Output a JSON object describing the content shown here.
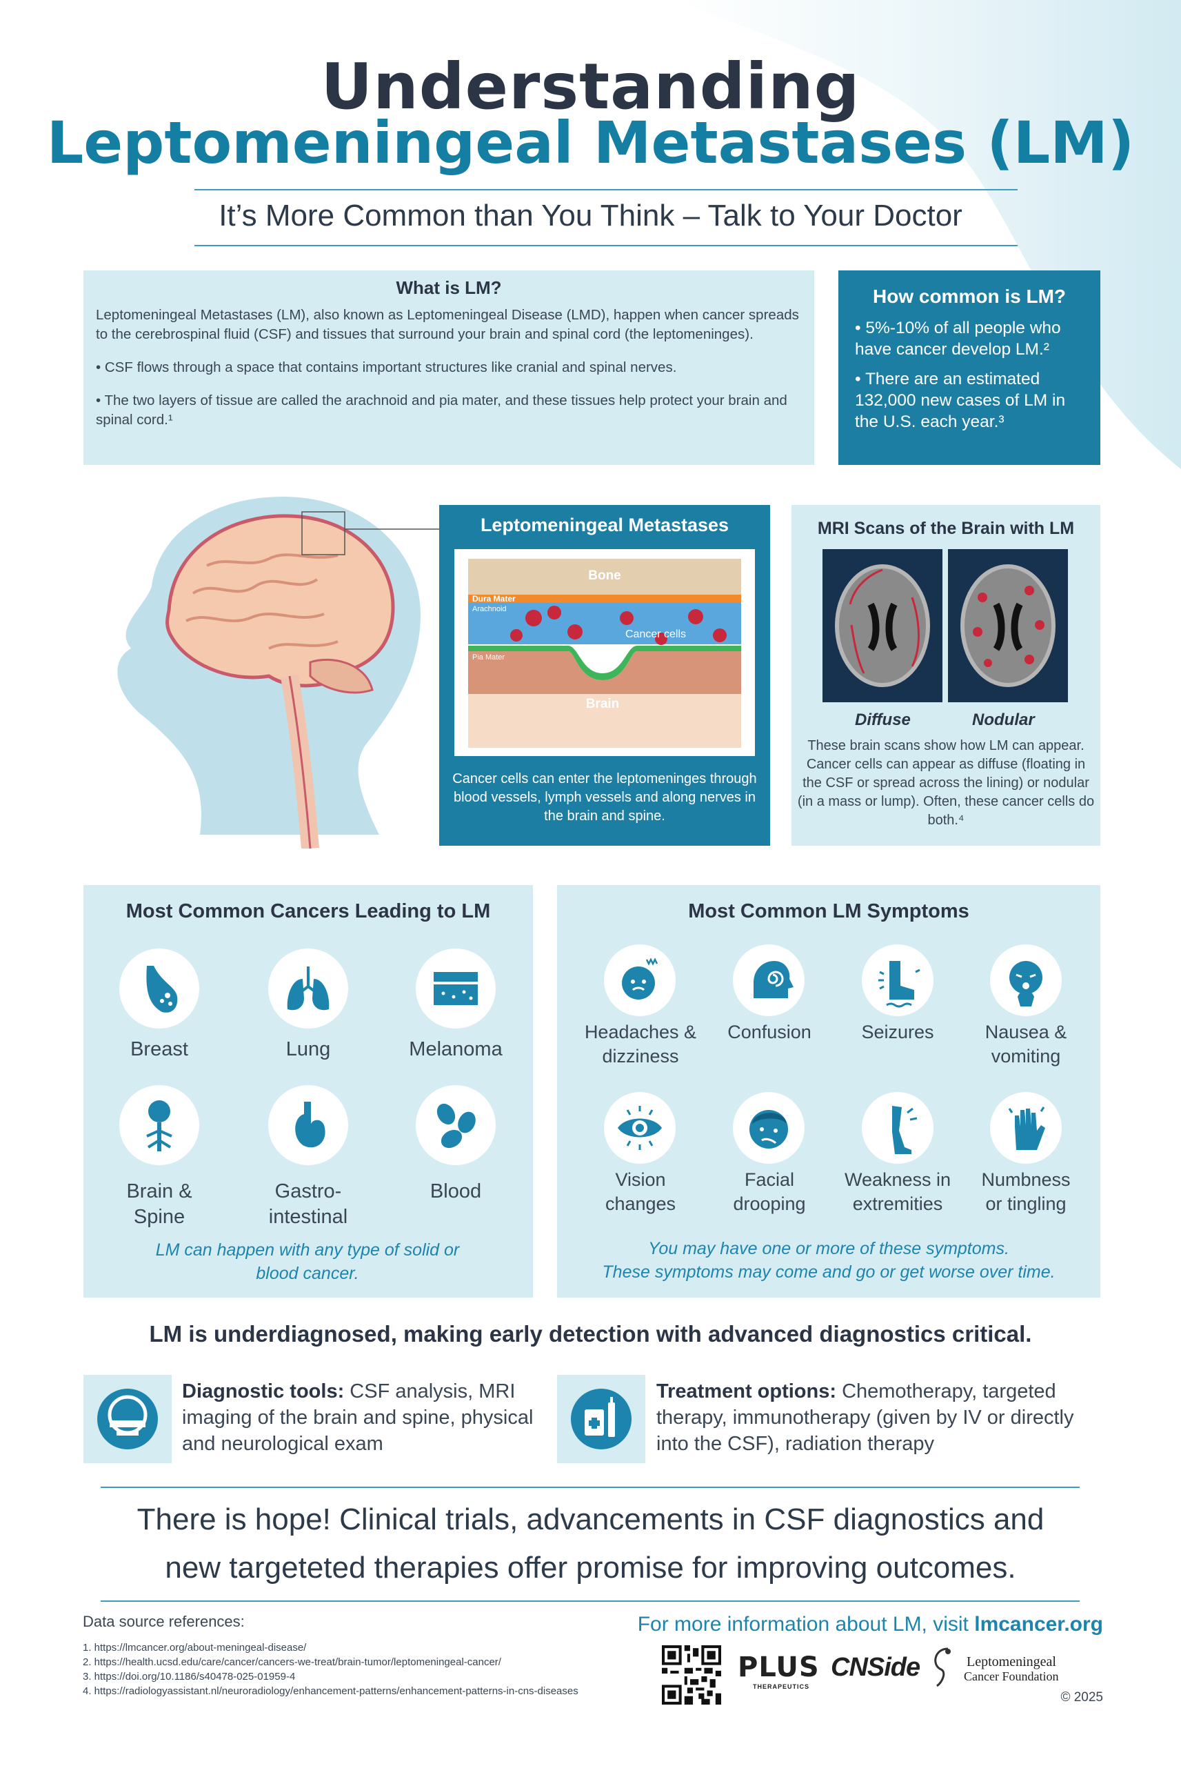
{
  "header": {
    "title_line1": "Understanding",
    "title_line2": "Leptomeningeal Metastases (LM)",
    "subtitle": "It’s More Common than You Think – Talk to Your Doctor"
  },
  "what_is": {
    "heading": "What is LM?",
    "para1": "Leptomeningeal Metastases (LM), also known as Leptomeningeal Disease (LMD), happen when cancer spreads to the cerebrospinal fluid (CSF) and tissues that surround your brain and spinal cord (the leptomeninges).",
    "bullet1": "• CSF flows through a space that contains important structures like cranial and spinal nerves.",
    "bullet2": "• The two layers of tissue are called the arachnoid and pia mater, and these tissues help protect your brain and spinal cord.¹"
  },
  "how_common": {
    "heading": "How common is LM?",
    "bullet1": "• 5%-10% of all people who have cancer develop LM.²",
    "bullet2": "• There are an estimated 132,000 new cases of LM in the U.S. each year.³"
  },
  "lm_panel": {
    "heading": "Leptomeningeal Metastases",
    "bone": "Bone",
    "dura": "Dura Mater",
    "arachnoid": "Arachnoid",
    "cancer_cells": "Cancer cells",
    "pia": "Pia Mater",
    "brain": "Brain",
    "caption": "Cancer cells can enter the leptomeninges through blood vessels, lymph vessels and along nerves in the brain and spine."
  },
  "mri_panel": {
    "heading": "MRI Scans of the Brain with LM",
    "label_diffuse": "Diffuse",
    "label_nodular": "Nodular",
    "caption": "These brain scans show how LM can appear. Cancer cells can appear as diffuse (floating in the CSF or spread across the lining) or nodular (in a mass or lump). Often, these cancer cells do both.⁴"
  },
  "cancers": {
    "heading": "Most Common Cancers Leading to LM",
    "items": [
      {
        "label": "Breast",
        "icon": "breast-icon"
      },
      {
        "label": "Lung",
        "icon": "lungs-icon"
      },
      {
        "label": "Melanoma",
        "icon": "skin-icon"
      },
      {
        "label": "Brain &\nSpine",
        "icon": "brain-spine-icon"
      },
      {
        "label": "Gastro-\nintestinal",
        "icon": "stomach-icon"
      },
      {
        "label": "Blood",
        "icon": "blood-cells-icon"
      }
    ],
    "note": "LM can happen with any type of solid or blood cancer."
  },
  "symptoms": {
    "heading": "Most Common LM Symptoms",
    "items": [
      {
        "label": "Headaches &\ndizziness",
        "icon": "headache-icon"
      },
      {
        "label": "Confusion",
        "icon": "confusion-icon"
      },
      {
        "label": "Seizures",
        "icon": "seizure-icon"
      },
      {
        "label": "Nausea &\nvomiting",
        "icon": "nausea-icon"
      },
      {
        "label": "Vision\nchanges",
        "icon": "eye-icon"
      },
      {
        "label": "Facial\ndrooping",
        "icon": "face-icon"
      },
      {
        "label": "Weakness in\nextremities",
        "icon": "leg-icon"
      },
      {
        "label": "Numbness\nor tingling",
        "icon": "hand-icon"
      }
    ],
    "note_line1": "You may have one or more of these symptoms.",
    "note_line2": "These symptoms may come and go or get worse over time."
  },
  "underdiagnosed": "LM is underdiagnosed, making early detection with advanced diagnostics critical.",
  "diagnostic": {
    "label": "Diagnostic tools:",
    "text": " CSF analysis, MRI imaging of the brain and spine, physical and neurological exam",
    "icon": "mri-scanner-icon"
  },
  "treatment": {
    "label": "Treatment options:",
    "text": " Chemotherapy, targeted therapy, immunotherapy (given by IV or directly into the CSF), radiation therapy",
    "icon": "medicine-icon"
  },
  "hope": {
    "line1": "There is hope! Clinical trials, advancements in CSF diagnostics and",
    "line2": "new targeteted therapies offer promise for improving outcomes."
  },
  "references": {
    "heading": "Data source references:",
    "items": [
      "1. https://lmcancer.org/about-meningeal-disease/",
      "2. https://health.ucsd.edu/care/cancer/cancers-we-treat/brain-tumor/leptomeningeal-cancer/",
      "3. https://doi.org/10.1186/s40478-025-01959-4",
      "4. https://radiologyassistant.nl/neuroradiology/enhancement-patterns/enhancement-patterns-in-cns-diseases"
    ]
  },
  "footer": {
    "more_prefix": "For more information about LM, visit ",
    "more_link": "lmcancer.org",
    "logo_plus": "PLUS",
    "logo_plus_sub": "THERAPEUTICS",
    "logo_cnside": "CNSide",
    "logo_lcf_1": "Leptomeningeal",
    "logo_lcf_2": "Cancer Foundation",
    "copyright": "© 2025"
  },
  "colors": {
    "brand_blue": "#157fa3",
    "dark_box": "#1c7ea3",
    "light_box": "#d6ecf3",
    "accent_red": "#c8283c"
  }
}
